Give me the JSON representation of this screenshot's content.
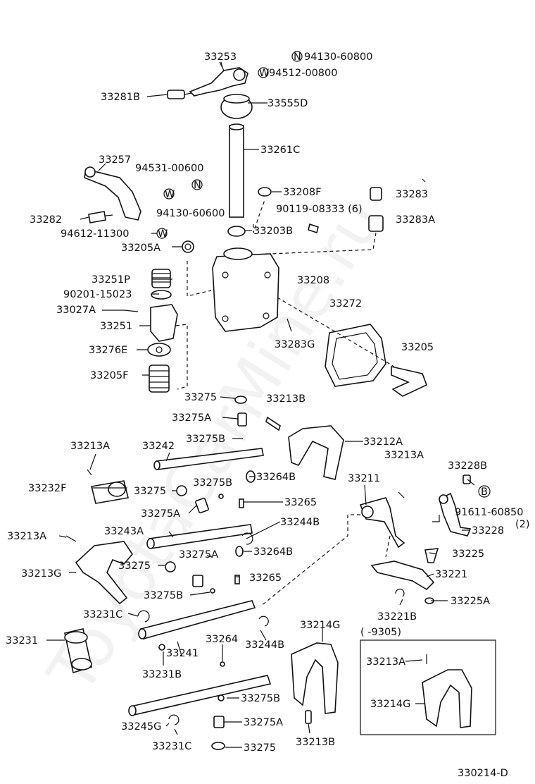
{
  "watermark": "ToyotaCarMine.ru",
  "labels": {
    "l_33253": "33253",
    "l_n1": "N",
    "l_94130_60800": "94130-60800",
    "l_w1": "W",
    "l_94512_00800": "94512-00800",
    "l_33281B": "33281B",
    "l_33555D": "33555D",
    "l_33261C": "33261C",
    "l_33257": "33257",
    "l_94531_00600": "94531-00600",
    "l_w2": "W",
    "l_n2": "N",
    "l_94130_60600": "94130-60600",
    "l_33208F": "33208F",
    "l_33283": "33283",
    "l_90119_08333": "90119-08333 (6)",
    "l_33283A": "33283A",
    "l_33282": "33282",
    "l_94612_11300": "94612-11300",
    "l_w3": "W",
    "l_33203B": "33203B",
    "l_33205A": "33205A",
    "l_33251P": "33251P",
    "l_90201_15023": "90201-15023",
    "l_33208": "33208",
    "l_33027A": "33027A",
    "l_33272": "33272",
    "l_33251": "33251",
    "l_33283G": "33283G",
    "l_33205": "33205",
    "l_33276E": "33276E",
    "l_33205F": "33205F",
    "l_33275_a": "33275",
    "l_33213B_a": "33213B",
    "l_33275A_a": "33275A",
    "l_33212A": "33212A",
    "l_33275B_a": "33275B",
    "l_33213A_a": "33213A",
    "l_33242": "33242",
    "l_33213A_b": "33213A",
    "l_33228B": "33228B",
    "l_33232F": "33232F",
    "l_33275_b": "33275",
    "l_33275B_b": "33275B",
    "l_33264B_a": "33264B",
    "l_33211": "33211",
    "l_b1": "B",
    "l_91611_60850": "91611-60850",
    "l_33275A_b": "33275A",
    "l_33265_a": "33265",
    "l_2": "(2)",
    "l_33213A_c": "33213A",
    "l_33243A": "33243A",
    "l_33244B_a": "33244B",
    "l_33228": "33228",
    "l_33275A_c": "33275A",
    "l_33264B_b": "33264B",
    "l_33225": "33225",
    "l_33275_c": "33275",
    "l_33213G": "33213G",
    "l_33221": "33221",
    "l_33265_b": "33265",
    "l_33275B_c": "33275B",
    "l_33225A": "33225A",
    "l_33221B": "33221B",
    "l_33231C_a": "33231C",
    "l_33214G_a": "33214G",
    "l_33231": "33231",
    "l_33264": "33264",
    "l_33244B_b": "33244B",
    "l_9305": "( -9305)",
    "l_33241": "33241",
    "l_33213A_d": "33213A",
    "l_33231B": "33231B",
    "l_33214G_b": "33214G",
    "l_33275B_d": "33275B",
    "l_33245G": "33245G",
    "l_33275A_d": "33275A",
    "l_33231C_b": "33231C",
    "l_33275_d": "33275",
    "l_33213B_b": "33213B",
    "l_ref": "330214-D"
  }
}
